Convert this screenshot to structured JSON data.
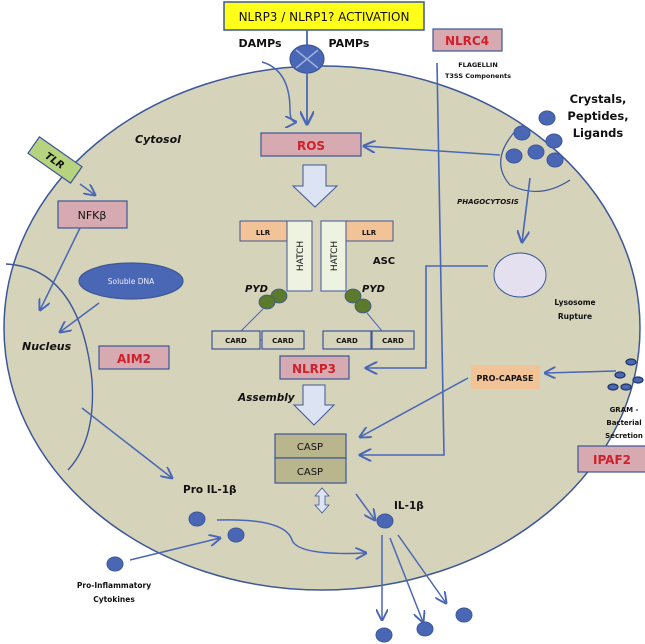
{
  "title": "NLRP3 / NLRP1? ACTIVATION",
  "receptor_inputs": {
    "damps": "DAMPs",
    "pamps": "PAMPs"
  },
  "regions": {
    "cytosol": "Cytosol",
    "nucleus": "Nucleus"
  },
  "nodes": {
    "ros": "ROS",
    "tlr": "TLR",
    "nfkb": "NFKβ",
    "soluble_dna": "Soluble DNA",
    "aim2": "AIM2",
    "nlrc4": "NLRC4",
    "nlrp3": "NLRP3",
    "ipaf2": "IPAF2",
    "pro_capase": "PRO-CAPASE",
    "asc": "ASC",
    "llr_left": "LLR",
    "llr_right": "LLR",
    "hatch_left": "HATCH",
    "hatch_right": "HATCH",
    "pyd_left": "PYD",
    "pyd_right": "PYD",
    "card": [
      "CARD",
      "CARD",
      "CARD",
      "CARD"
    ],
    "casp_top": "CASP",
    "casp_bottom": "CASP",
    "pro_il1b": "Pro IL-1β",
    "il1b": "IL-1β"
  },
  "labels": {
    "flagellin": "FLAGELLIN",
    "t3ss": "T3SS Components",
    "crystals": [
      "Crystals,",
      "Peptides,",
      "Ligands"
    ],
    "phagocytosis": "PHAGOCYTOSIS",
    "lysosome": [
      "Lysosome",
      "Rupture"
    ],
    "assembly": "Assembly",
    "gram": [
      "GRAM -",
      "Bacterial",
      "Secretion"
    ],
    "cytokines": [
      "Pro-Inflammatory",
      "Cytokines"
    ]
  },
  "colors": {
    "cell_fill": "#d6d3bb",
    "outline": "#3d5797",
    "arrow": "#4a67b5",
    "pink_box": "#d7a9b0",
    "yellow_box": "#ffff1a",
    "green_box": "#b7d37f",
    "peach_box": "#f2c396",
    "casp_box": "#b9b58c",
    "molecule": "#4a67b5",
    "pyd_green": "#5b7a2b",
    "hatch_fill": "#eef2e0",
    "lysosome_fill": "#e4e0ef",
    "block_arrow": "#dce4f4",
    "label_red": "#d0202a"
  }
}
